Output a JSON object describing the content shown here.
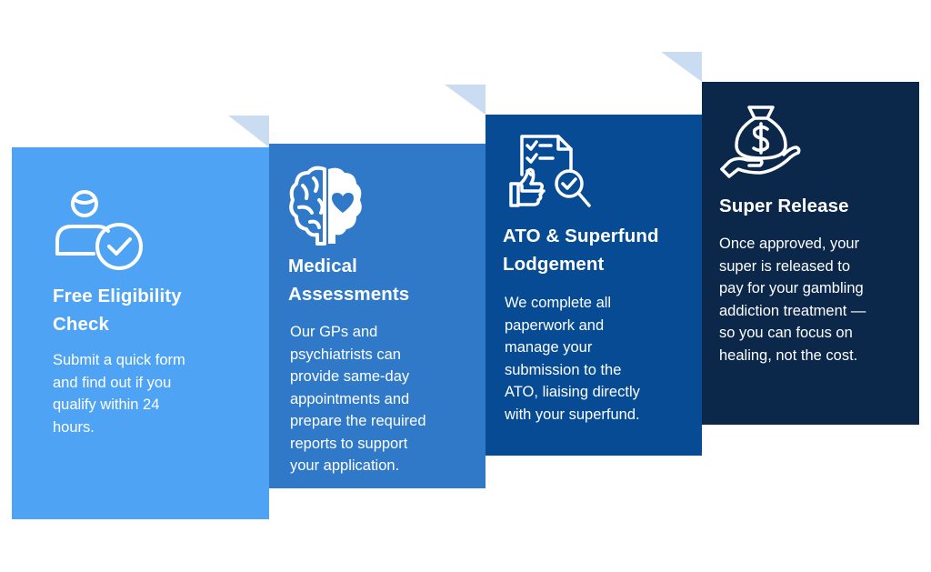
{
  "steps": [
    {
      "title_line1": "Free Eligibility",
      "title_line2": "Check",
      "body_lines": [
        "Submit a quick form",
        "and find out if you",
        "qualify within 24",
        "hours."
      ],
      "icon": "user-check-icon",
      "color": "#4fa3f5"
    },
    {
      "title_line1": "Medical",
      "title_line2": "Assessments",
      "body_lines": [
        "Our GPs and",
        "psychiatrists can",
        "provide same-day",
        "appointments and",
        "prepare the required",
        "reports to support",
        "your application."
      ],
      "icon": "brain-heart-icon",
      "color": "#2f79c8"
    },
    {
      "title_line1": "ATO & Superfund",
      "title_line2": "Lodgement",
      "body_lines": [
        "We complete all",
        "paperwork and",
        "manage your",
        "submission to the",
        "ATO, liaising directly",
        "with your superfund."
      ],
      "icon": "document-check-icon",
      "color": "#064b93"
    },
    {
      "title_line1": "Super Release",
      "title_line2": "",
      "body_lines": [
        "Once approved, your",
        "super is released to",
        "pay for your gambling",
        "addiction treatment —",
        "so you can focus on",
        "healing, not the cost."
      ],
      "icon": "money-bag-hand-icon",
      "color": "#0b2749"
    }
  ],
  "fold_color": "#c9dcf2"
}
